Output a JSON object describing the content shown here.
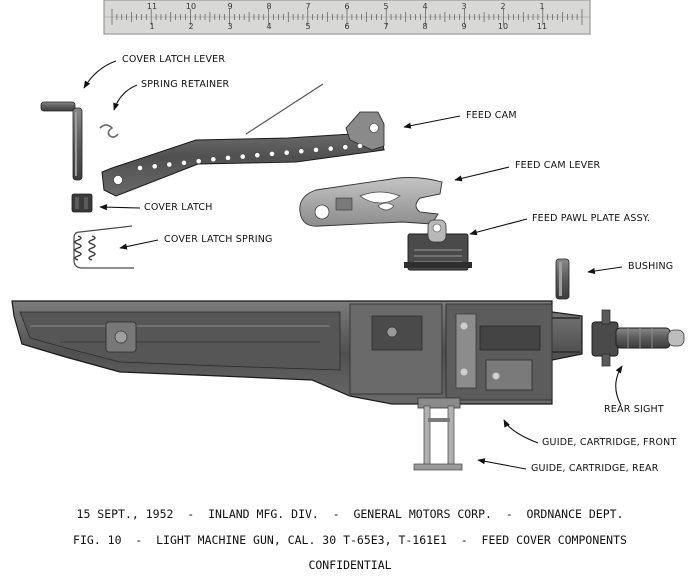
{
  "ruler": {
    "top_numbers": [
      "11",
      "10",
      "9",
      "8",
      "7",
      "6",
      "5",
      "4",
      "3",
      "2",
      "1"
    ],
    "bottom_numbers": [
      "1",
      "2",
      "3",
      "4",
      "5",
      "6",
      "7",
      "8",
      "9",
      "10",
      "11"
    ]
  },
  "labels": {
    "cover_latch_lever": "COVER LATCH LEVER",
    "spring_retainer": "SPRING RETAINER",
    "feed_cam": "FEED CAM",
    "feed_cam_lever": "FEED CAM LEVER",
    "feed_pawl_plate": "FEED PAWL PLATE ASSY.",
    "cover_latch": "COVER LATCH",
    "cover_latch_spring": "COVER LATCH SPRING",
    "bushing": "BUSHING",
    "rear_sight": "REAR SIGHT",
    "guide_front": "GUIDE, CARTRIDGE, FRONT",
    "guide_rear": "GUIDE, CARTRIDGE, REAR"
  },
  "caption": {
    "line1": "15 SEPT., 1952  -  INLAND MFG. DIV.  -  GENERAL MOTORS CORP.  -  ORDNANCE DEPT.",
    "line2": "FIG. 10  -  LIGHT MACHINE GUN, CAL. 30 T-65E3, T-161E1  -  FEED COVER COMPONENTS",
    "line3": "CONFIDENTIAL"
  },
  "colors": {
    "metal_dark": "#3a3a3a",
    "metal_mid": "#6e6e6e",
    "metal_light": "#a8a8a8",
    "ruler_bg": "#d8d8d6"
  }
}
